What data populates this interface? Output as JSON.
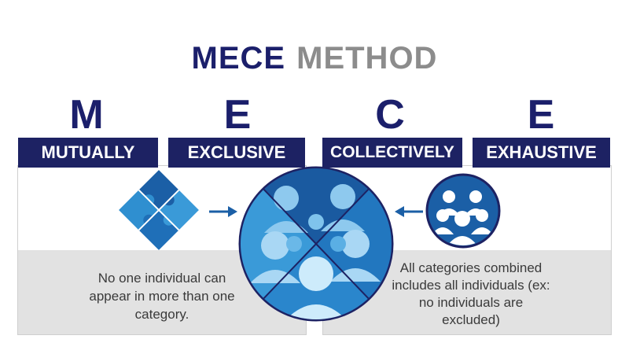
{
  "title": {
    "part1": "MECE",
    "part2": "METHOD"
  },
  "letters": [
    "M",
    "E",
    "C",
    "E"
  ],
  "words": [
    "MUTUALLY",
    "EXCLUSIVE",
    "COLLECTIVELY",
    "EXHAUSTIVE"
  ],
  "left_description": "No one individual can appear in more than one category.",
  "right_description": "All categories combined includes all individuals (ex: no individuals are excluded)",
  "icons": [
    "puzzle-icon",
    "group-circle-icon",
    "people-group-icon",
    "arrow-right-icon",
    "arrow-left-icon"
  ],
  "colors": {
    "navy": "#1d2263",
    "title_grey": "#8c8c8c",
    "panel_grey": "#e2e2e2",
    "blue_dark": "#1b5fa6",
    "blue_mid": "#2f8fd0",
    "blue_light": "#7fc3ec"
  }
}
